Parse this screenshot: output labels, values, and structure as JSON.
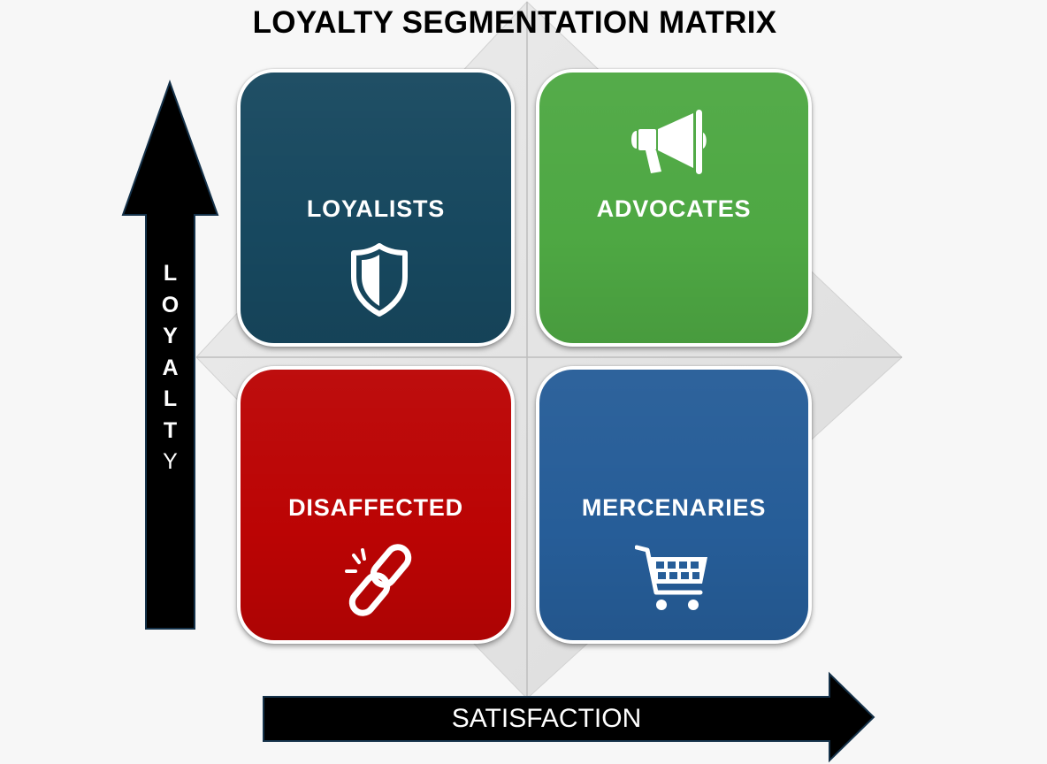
{
  "title": "LOYALTY SEGMENTATION MATRIX",
  "axes": {
    "y_label": "LOYALTY",
    "x_label": "SATISFACTION",
    "y_direction": "up",
    "x_direction": "right"
  },
  "colors": {
    "background": "#f7f7f7",
    "arrow": "#000000",
    "diamond": "#e3e3e3",
    "tile_border": "#ffffff",
    "text_on_tile": "#ffffff"
  },
  "quadrants": [
    {
      "id": "loyalists",
      "label": "LOYALISTS",
      "icon": "shield-icon",
      "position": "top-left",
      "loyalty": "high",
      "satisfaction": "low",
      "color": "#17485f"
    },
    {
      "id": "advocates",
      "label": "ADVOCATES",
      "icon": "megaphone-icon",
      "position": "top-right",
      "loyalty": "high",
      "satisfaction": "high",
      "color": "#4ea843"
    },
    {
      "id": "disaffected",
      "label": "DISAFFECTED",
      "icon": "broken-link-icon",
      "position": "bottom-left",
      "loyalty": "low",
      "satisfaction": "low",
      "color": "#bb0404"
    },
    {
      "id": "mercenaries",
      "label": "MERCENARIES",
      "icon": "shopping-cart-icon",
      "position": "bottom-right",
      "loyalty": "low",
      "satisfaction": "high",
      "color": "#265d98"
    }
  ]
}
